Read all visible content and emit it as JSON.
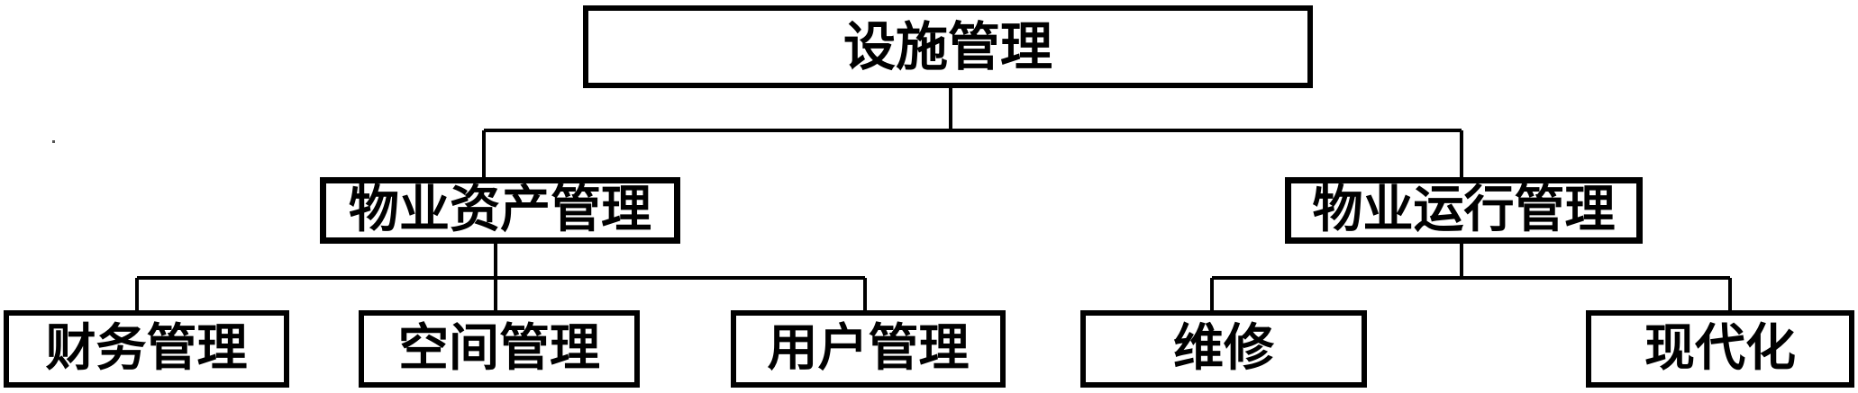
{
  "diagram": {
    "root": {
      "label": "设施管理"
    },
    "branches": [
      {
        "label": "物业资产管理",
        "children": [
          "财务管理",
          "空间管理",
          "用户管理"
        ]
      },
      {
        "label": "物业运行管理",
        "children": [
          "维修",
          "现代化"
        ]
      }
    ],
    "line_color": "#000000",
    "box_border_color": "#000000"
  }
}
